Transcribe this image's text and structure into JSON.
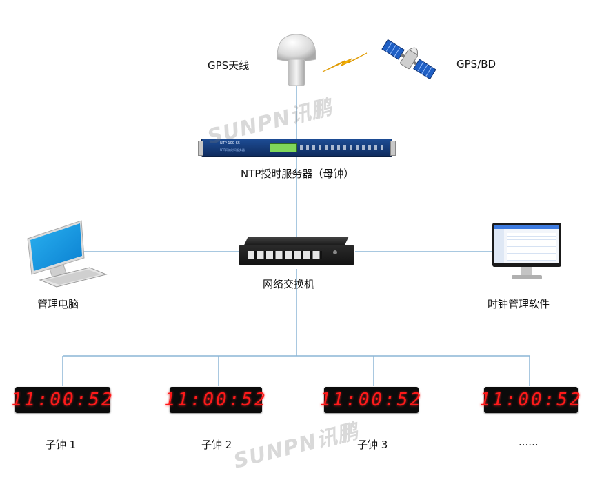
{
  "labels": {
    "gps_antenna": "GPS天线",
    "gps_bd": "GPS/BD",
    "ntp_server": "NTP授时服务器（母钟）",
    "network_switch": "网络交换机",
    "management_pc": "管理电脑",
    "clock_software": "时钟管理软件",
    "slave_clock_1": "子钟 1",
    "slave_clock_2": "子钟 2",
    "slave_clock_3": "子钟 3",
    "more": "......"
  },
  "clocks": {
    "time_1": "11:00:52",
    "time_2": "11:00:52",
    "time_3": "11:00:52",
    "time_4": "11:00:52"
  },
  "ntp_panel": {
    "model": "NTP 100-S5",
    "subtitle": "NTP网络时间服务器"
  },
  "watermark": {
    "text": "SUNPN讯鹏"
  },
  "colors": {
    "line": "#8cb6d6",
    "clock_digits": "#ff1a1a",
    "bolt": "#f6b300",
    "server_blue": "#143a7a"
  }
}
